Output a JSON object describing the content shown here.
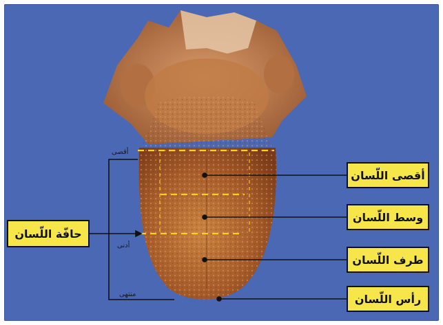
{
  "labels": {
    "back": "أقصى اللّسان",
    "middle": "وسط اللّسان",
    "front": "طرف اللّسان",
    "tip": "رأس اللّسان",
    "edge": "حافّة اللّسان"
  },
  "side_notes": {
    "top": "أقصى",
    "mid": "أدنى",
    "bottom": "منتهى"
  },
  "colors": {
    "background": "#4a68b3",
    "label_fill": "#f7e64a",
    "dash_line": "#ffd21f",
    "pointer_line": "#111111"
  }
}
